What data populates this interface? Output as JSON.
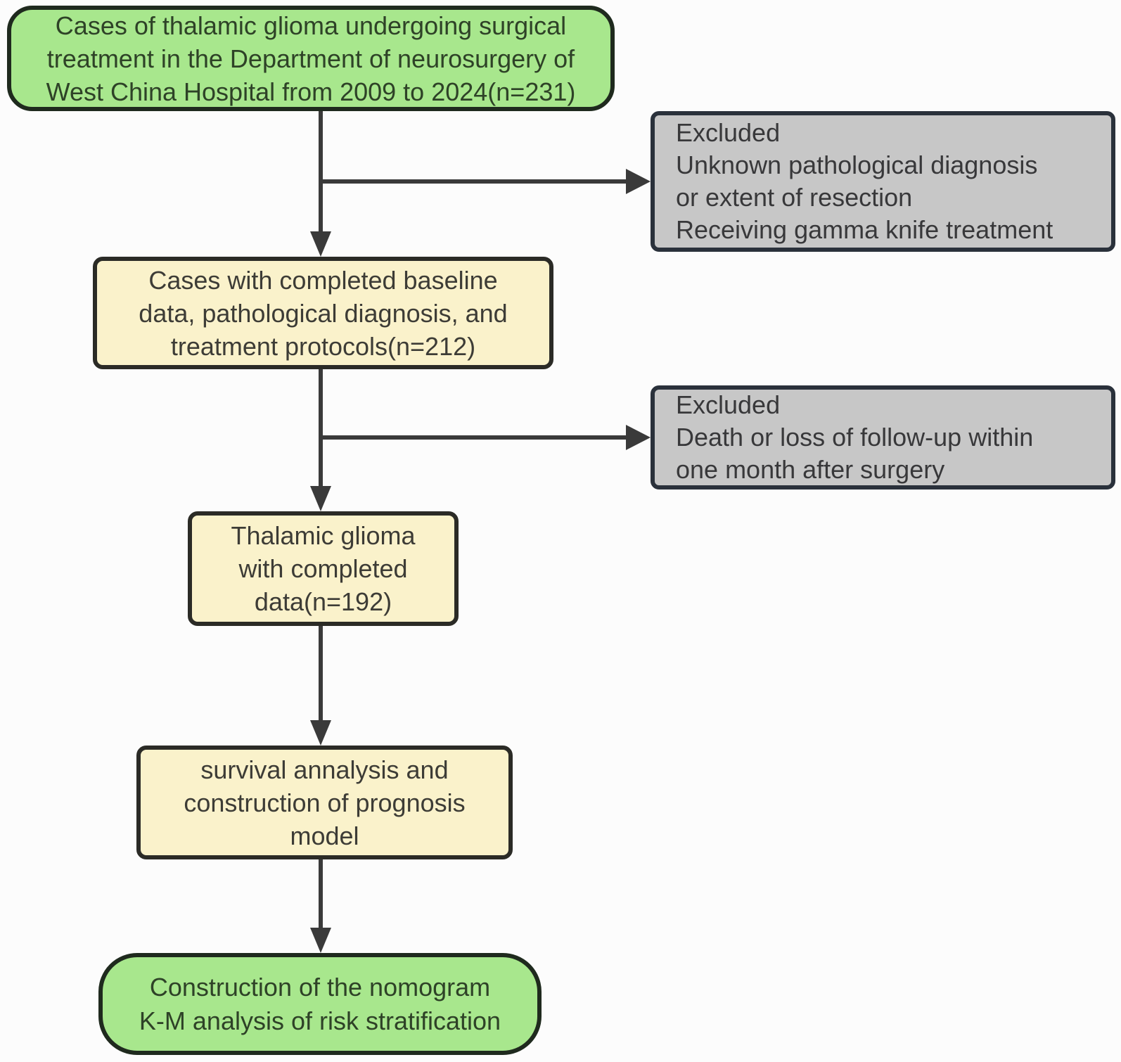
{
  "diagram": {
    "type": "flowchart",
    "topic": "Patient selection and analysis workflow for thalamic glioma prognosis study",
    "nodes": {
      "start": {
        "text": "Cases of thalamic glioma undergoing surgical\ntreatment in the Department of neurosurgery of\nWest China Hospital from 2009 to 2024(n=231)",
        "n": 231,
        "shape": "rounded-rectangle",
        "fill": "#a8e78d"
      },
      "excluded1": {
        "text": "Excluded\nUnknown pathological diagnosis\nor extent of resection\nReceiving gamma knife treatment",
        "shape": "rectangle",
        "fill": "#c7c7c7"
      },
      "baseline": {
        "text": "Cases with completed baseline\ndata, pathological diagnosis, and\ntreatment protocols(n=212)",
        "n": 212,
        "shape": "rectangle",
        "fill": "#faf2cb"
      },
      "excluded2": {
        "text": "Excluded\nDeath or loss of follow-up within\none month after surgery",
        "shape": "rectangle",
        "fill": "#c7c7c7"
      },
      "completed": {
        "text": "Thalamic glioma\nwith completed\ndata(n=192)",
        "n": 192,
        "shape": "rectangle",
        "fill": "#faf2cb"
      },
      "analysis": {
        "text": "survival annalysis and\nconstruction of prognosis\nmodel",
        "shape": "rectangle",
        "fill": "#faf2cb"
      },
      "outcome": {
        "text": "Construction of the nomogram\nK-M analysis of risk stratification",
        "shape": "rounded-rectangle",
        "fill": "#a8e78d"
      }
    },
    "edges": [
      {
        "from": "start",
        "to": "baseline",
        "type": "arrow-down"
      },
      {
        "from": "start",
        "to": "excluded1",
        "type": "arrow-right"
      },
      {
        "from": "baseline",
        "to": "completed",
        "type": "arrow-down"
      },
      {
        "from": "baseline",
        "to": "excluded2",
        "type": "arrow-right"
      },
      {
        "from": "completed",
        "to": "analysis",
        "type": "arrow-down"
      },
      {
        "from": "analysis",
        "to": "outcome",
        "type": "arrow-down"
      }
    ],
    "palette": {
      "green_fill": "#a8e78d",
      "green_border": "#1f2a1e",
      "green_text": "#2e4227",
      "yellow_fill": "#faf2cb",
      "yellow_border": "#2b2b26",
      "gray_fill": "#c7c7c7",
      "gray_border": "#2a313b",
      "dark_text": "#3b3a36",
      "connector": "#3a3a3a",
      "background": "#fcfcfc"
    }
  }
}
